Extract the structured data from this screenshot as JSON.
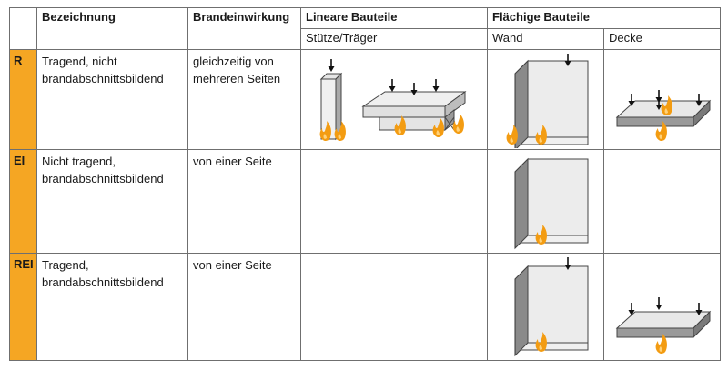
{
  "header": {
    "bezeichnung": "Bezeichnung",
    "brandeinwirkung": "Brandeinwirkung",
    "lineare_bauteile": "Lineare Bauteile",
    "flaechige_bauteile": "Flächige Bauteile",
    "stuetze_traeger": "Stütze/Träger",
    "wand": "Wand",
    "decke": "Decke"
  },
  "rows": [
    {
      "code": "R",
      "bezeichnung": "Tragend, nicht brandabschnittsbildend",
      "brandeinwirkung": "gleichzeitig von mehreren Seiten"
    },
    {
      "code": "EI",
      "bezeichnung": "Nicht tragend, brandabschnittsbildend",
      "brandeinwirkung": "von einer Seite"
    },
    {
      "code": "REI",
      "bezeichnung": "Tragend, brandabschnittsbildend",
      "brandeinwirkung": "von einer Seite"
    }
  ],
  "colors": {
    "accent": "#f5a623",
    "flame": "#f39c12"
  }
}
